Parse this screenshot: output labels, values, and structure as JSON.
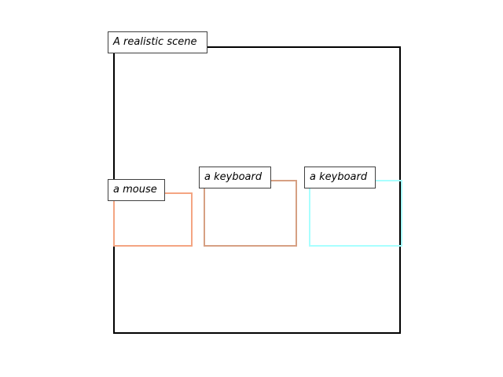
{
  "scene": {
    "caption": "A realistic scene",
    "frame_color": "#000000"
  },
  "objects": [
    {
      "label": "a mouse",
      "color": "#f4a582"
    },
    {
      "label": "a keyboard",
      "color": "#d6a083"
    },
    {
      "label": "a keyboard",
      "color": "#a8ffff"
    }
  ]
}
